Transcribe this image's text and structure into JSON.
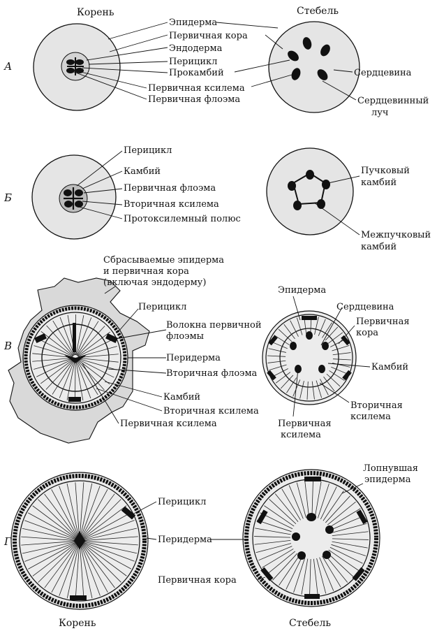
{
  "titles": {
    "root_top": "Корень",
    "stem_top": "Стебель",
    "root_bottom": "Корень",
    "stem_bottom": "Стебель"
  },
  "row_letters": {
    "a": "А",
    "b": "Б",
    "v": "В",
    "g": "Г"
  },
  "labels_a": {
    "epidermis": "Эпидерма",
    "primary_cortex": "Первичная кора",
    "endodermis": "Эндодерма",
    "pericycle": "Перицикл",
    "procambium": "Прокамбий",
    "primary_xylem": "Первичная ксилема",
    "primary_phloem": "Первичная флоэма",
    "pith": "Сердцевина",
    "pith_ray_1": "Сердцевинный",
    "pith_ray_2": "луч"
  },
  "labels_b": {
    "pericycle": "Перицикл",
    "cambium": "Камбий",
    "primary_phloem": "Первичная флоэма",
    "secondary_xylem": "Вторичная ксилема",
    "protoxylem_pole": "Протоксилемный полюс",
    "fascicular_1": "Пучковый",
    "fascicular_2": "камбий",
    "interfascicular_1": "Межпучковый",
    "interfascicular_2": "камбий"
  },
  "labels_v": {
    "shed_1": "Сбрасываемые эпидерма",
    "shed_2": "и первичная кора",
    "shed_3": "(включая эндодерму)",
    "pericycle": "Перицикл",
    "fibers_1": "Волокна первичной",
    "fibers_2": "флоэмы",
    "periderm": "Перидерма",
    "secondary_phloem": "Вторичная флоэма",
    "cambium": "Камбий",
    "secondary_xylem": "Вторичная ксилема",
    "primary_xylem": "Первичная ксилема",
    "stem_epidermis": "Эпидерма",
    "stem_pith": "Сердцевина",
    "stem_cortex_1": "Первичная",
    "stem_cortex_2": "кора",
    "stem_cambium": "Камбий",
    "stem_sec_xylem_1": "Вторичная",
    "stem_sec_xylem_2": "ксилема",
    "stem_prim_xylem_1": "Первичная",
    "stem_prim_xylem_2": "ксилема"
  },
  "labels_g": {
    "burst_1": "Лопнувшая",
    "burst_2": "эпидерма",
    "pericycle": "Перицикл",
    "periderm": "Перидерма",
    "primary_cortex": "Первичная кора"
  }
}
